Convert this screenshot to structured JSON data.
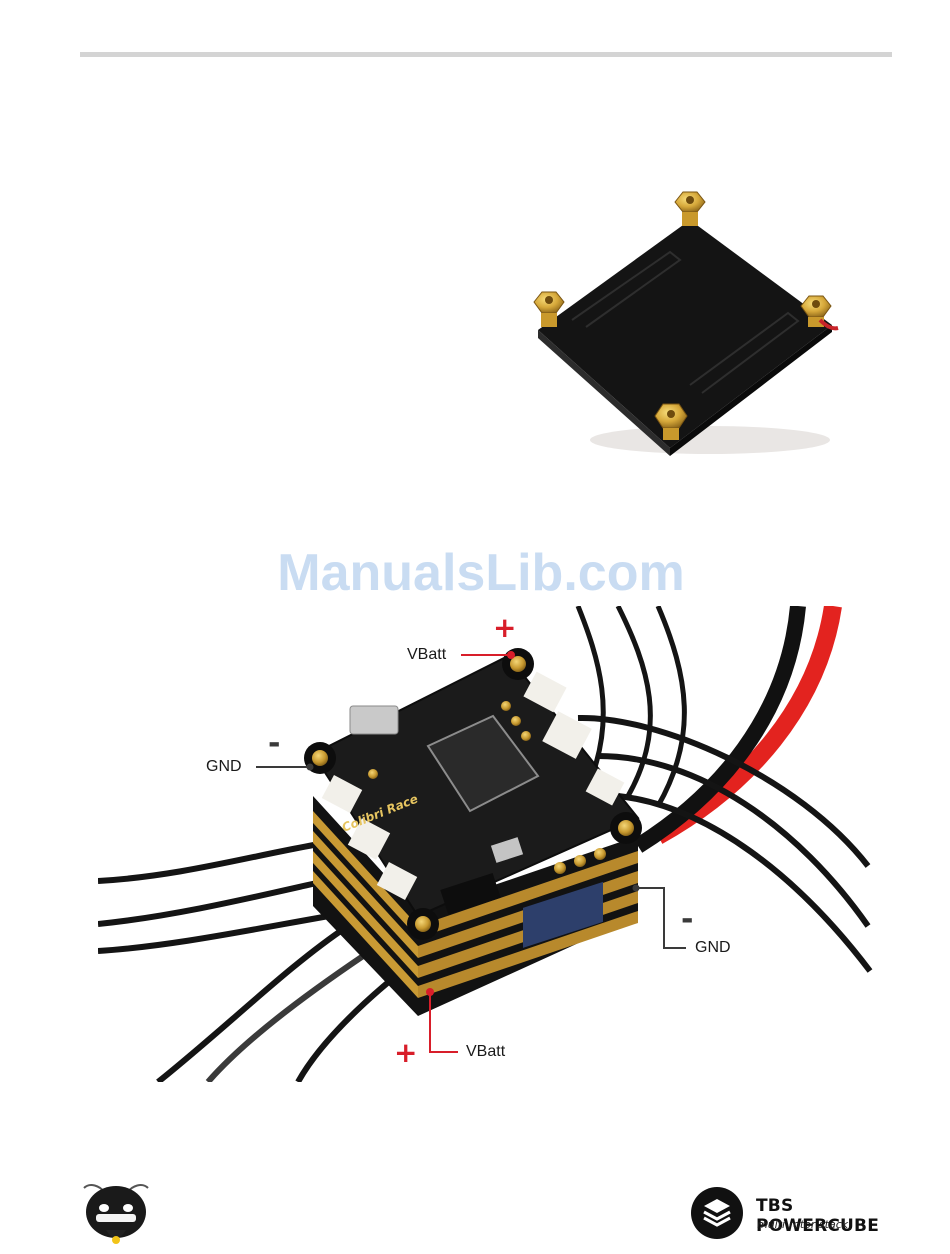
{
  "watermark": "ManualsLib.com",
  "stack_photo": {
    "labels": {
      "vbatt_top": "VBatt",
      "gnd_left": "GND",
      "gnd_right": "GND",
      "vbatt_bottom": "VBatt"
    },
    "signs": {
      "plus": "+",
      "minus": "-"
    },
    "board_print": {
      "brand": "Colibri Race"
    }
  },
  "footer": {
    "brand_title": "TBS POWERCUBE",
    "brand_subtitle": "multi rotor stack"
  },
  "colors": {
    "accent_red": "#d81e2a",
    "rule_gray": "#d4d4d4",
    "watermark": "#c9dcf2"
  }
}
